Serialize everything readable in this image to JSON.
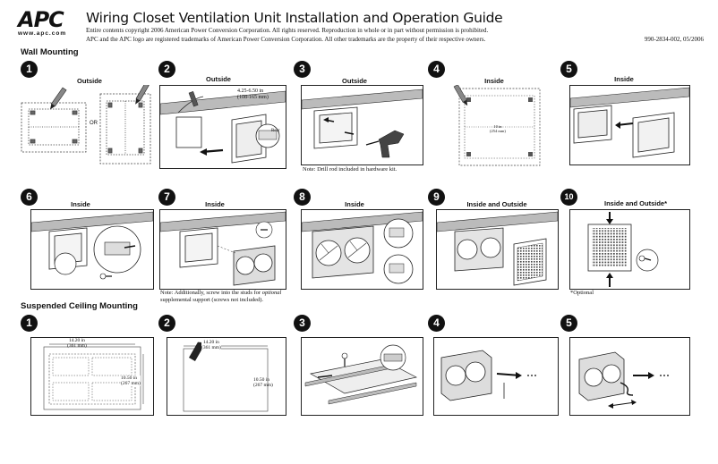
{
  "header": {
    "logo_text": "APC",
    "logo_url": "www.apc.com",
    "title": "Wiring Closet Ventilation Unit Installation and Operation Guide",
    "copyright_line1": "Entire contents copyright 2006 American Power Conversion Corporation. All rights reserved. Reproduction in whole or in part without permission is prohibited.",
    "copyright_line2": "APC and the APC logo are registered trademarks of American Power Conversion Corporation. All other trademarks are the property of their respective owners.",
    "doc_number": "990-2834-002, 05/2006"
  },
  "wall": {
    "heading": "Wall Mounting",
    "steps": [
      {
        "num": "1",
        "label": "Outside",
        "or": "OR"
      },
      {
        "num": "2",
        "label": "Outside",
        "dim1": "4.25-6.50 in",
        "dim2": "(108-165 mm)",
        "callout": "Rear"
      },
      {
        "num": "3",
        "label": "Outside",
        "note": "Note: Drill rod included in hardware kit."
      },
      {
        "num": "4",
        "label": "Inside",
        "dim1": "10 in",
        "dim2": "(254 mm)"
      },
      {
        "num": "5",
        "label": "Inside"
      },
      {
        "num": "6",
        "label": "Inside"
      },
      {
        "num": "7",
        "label": "Inside",
        "note_a": "Note: Additionally, screw into the studs for ",
        "note_em": "optional",
        "note_b": "supplemental support (screws not included)."
      },
      {
        "num": "8",
        "label": "Inside"
      },
      {
        "num": "9",
        "label": "Inside and Outside"
      },
      {
        "num": "10",
        "label": "Inside and Outside*",
        "footnote": "*Optional"
      }
    ]
  },
  "ceiling": {
    "heading": "Suspended Ceiling Mounting",
    "steps": [
      {
        "num": "1",
        "w1": "14.20 in",
        "w2": "(361 mm)",
        "h1": "10.50 in",
        "h2": "(267 mm)"
      },
      {
        "num": "2",
        "w1": "14.20 in",
        "w2": "(361 mm)",
        "h1": "10.50 in",
        "h2": "(267 mm)"
      },
      {
        "num": "3"
      },
      {
        "num": "4"
      },
      {
        "num": "5"
      }
    ]
  },
  "icons": [
    "pencil-icon",
    "drill-icon",
    "screw-icon",
    "arrow-icon",
    "fan-icon",
    "grille-icon"
  ]
}
